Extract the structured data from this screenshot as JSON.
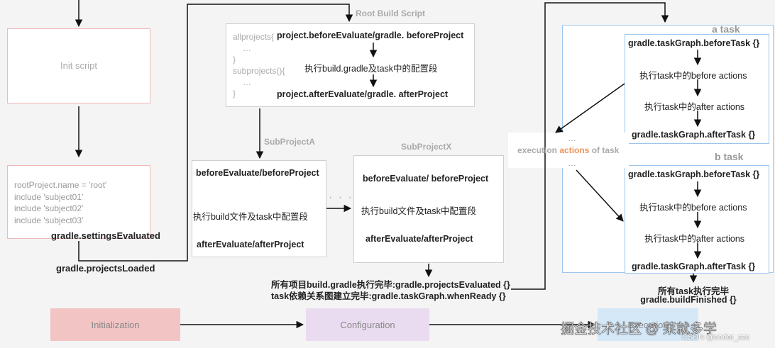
{
  "init": {
    "init_script": "Init script",
    "settings_lines": [
      "rootProject.name = 'root'",
      "include 'subject01'",
      "include 'subject02'",
      "include 'subject03'"
    ],
    "settings_evaluated": "gradle.settingsEvaluated",
    "projects_loaded": "gradle.projectsLoaded"
  },
  "root": {
    "title": "Root Build Script",
    "code_lines": [
      "allprojects{",
      "…",
      "}",
      "subprojects(){",
      "…",
      "}"
    ],
    "before_evaluate": "project.beforeEvaluate/gradle. beforeProject",
    "execute_config": "执行build.gradle及task中的配置段",
    "after_evaluate": "project.afterEvaluate/gradle. afterProject"
  },
  "sub_a": {
    "title": "SubProjectA",
    "before": "beforeEvaluate/beforeProject",
    "execute": "执行build文件及task中配置段",
    "after": "afterEvaluate/afterProject"
  },
  "ellipsis": "· · ·",
  "sub_x": {
    "title": "SubProjectX",
    "before": "beforeEvaluate/ beforeProject",
    "execute": "执行build文件及task中配置段",
    "after": "afterEvaluate/afterProject"
  },
  "config_done": {
    "projects_evaluated": "所有项目build.gradle执行完毕:gradle.projectsEvaluated {}",
    "task_graph_ready": "task依赖关系图建立完毕:gradle.taskGraph.whenReady {}"
  },
  "execution": {
    "label_prefix": "execution ",
    "label_highlight": "actions",
    "label_suffix": " of task",
    "dots_top": "…",
    "dots_bottom": "…",
    "highlight_color": "#e8955a"
  },
  "task_a": {
    "title": "a task",
    "before_task": "gradle.taskGraph.beforeTask {}",
    "before_actions": "执行task中的before actions",
    "after_actions": "执行task中的after actions",
    "after_task": "gradle.taskGraph.afterTask {}"
  },
  "task_b": {
    "title": "b task",
    "before_task": "gradle.taskGraph.beforeTask {}",
    "before_actions": "执行task中的before actions",
    "after_actions": "执行task中的after actions",
    "after_task": "gradle.taskGraph.afterTask {}"
  },
  "finish": {
    "all_done": "所有task执行完毕",
    "build_finished": "gradle.buildFinished {}"
  },
  "phases": {
    "initialization": "Initialization",
    "configuration": "Configuration",
    "execution": "Execution"
  },
  "watermark": {
    "main": "掘金技术社区 @ 莱就多学",
    "sub": "CSDN @coder_szc"
  },
  "colors": {
    "init_phase": "#f2c4c4",
    "config_phase": "#eadcf0",
    "exec_phase": "#d5e8f8"
  }
}
